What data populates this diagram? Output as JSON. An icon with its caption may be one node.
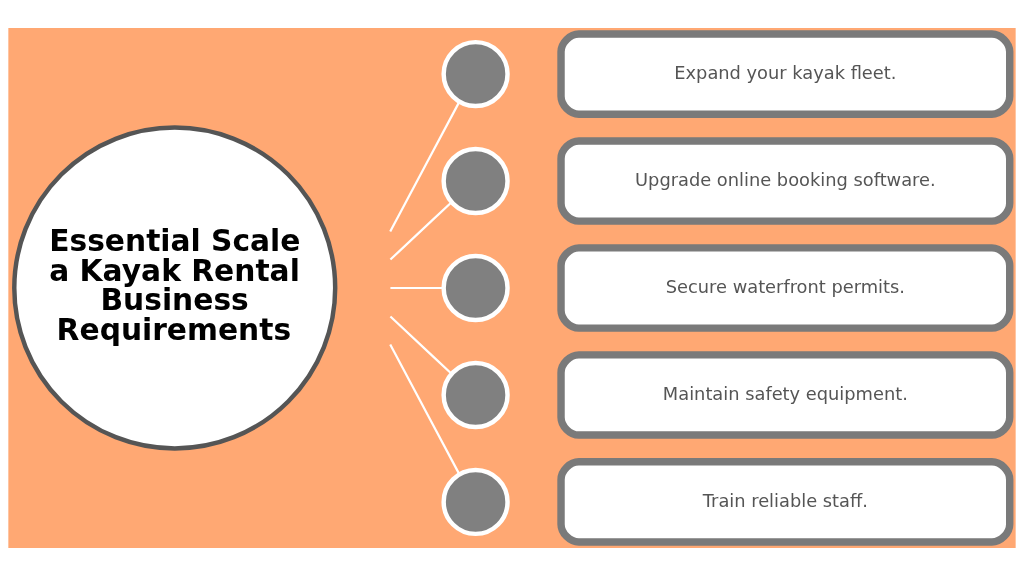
{
  "diagram": {
    "nodes": [
      {
        "text": [
          "Essential Scale a Kayak Rental Business Requirements"
        ]
      },
      {
        "text": [],
        "shape": "circle"
      },
      {
        "text": [],
        "shape": "circle"
      },
      {
        "text": [],
        "shape": "circle"
      },
      {
        "text": [],
        "shape": "circle"
      },
      {
        "text": [],
        "shape": "circle"
      },
      {
        "text": [
          "Expand your kayak fleet."
        ]
      },
      {
        "text": [
          "Upgrade online booking software."
        ]
      },
      {
        "text": [
          "Secure waterfront permits."
        ]
      },
      {
        "text": [
          "Maintain safety equipment."
        ]
      },
      {
        "text": [
          "Train reliable staff."
        ]
      }
    ],
    "edges": [
      {
        "from": null,
        "to": 1,
        "arrow": "none"
      },
      {
        "from": null,
        "to": 2,
        "arrow": "none"
      },
      {
        "from": null,
        "to": 3,
        "arrow": "none"
      },
      {
        "from": null,
        "to": 4,
        "arrow": "none"
      },
      {
        "from": null,
        "to": 5,
        "arrow": "none"
      }
    ]
  }
}
